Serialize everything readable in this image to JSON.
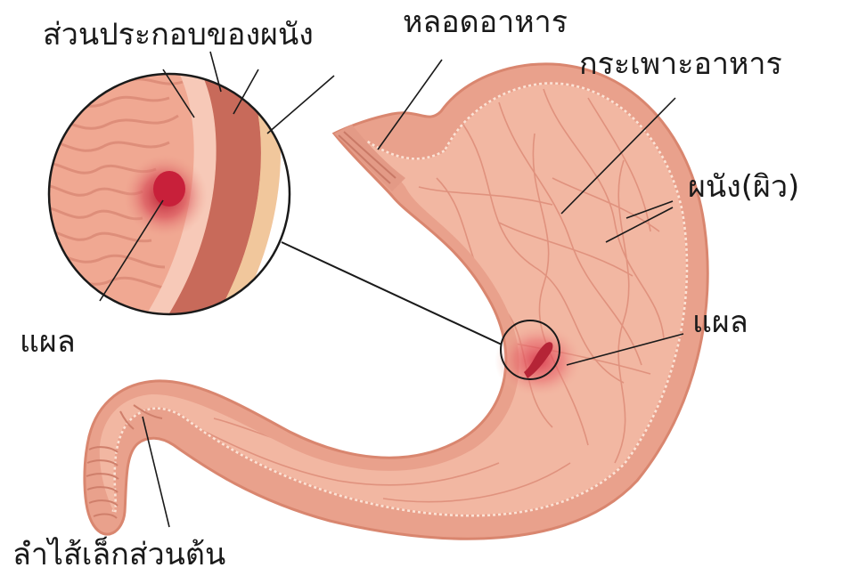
{
  "labels": {
    "wall_layers": "ส่วนประกอบของผนัง",
    "esophagus": "หลอดอาหาร",
    "stomach": "กระเพาะอาหาร",
    "wall_lining": "ผนัง(ผิว)",
    "ulcer_right": "แผล",
    "ulcer_left": "แผล",
    "duodenum": "ลำไส้เล็กส่วนต้น"
  },
  "colors": {
    "outer_wall": "#e9a18c",
    "outer_edge": "#d9866f",
    "inner_tissue": "#f2b7a2",
    "mucosa_folds": "#de8e7a",
    "muscle_layer": "#c86a5a",
    "serosa_layer": "#f1c79c",
    "ulcer": "#c0283a",
    "pointer_line": "#1a1a1a"
  }
}
